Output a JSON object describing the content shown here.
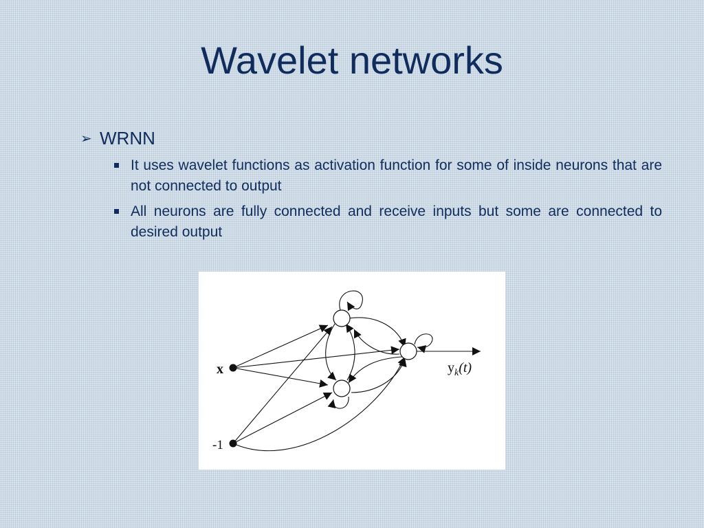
{
  "slide": {
    "title": "Wavelet networks",
    "section": {
      "marker": "➢",
      "label": "WRNN",
      "bullets": [
        "It uses wavelet functions as activation function for some of inside neurons that are not connected to output",
        "All neurons are fully connected and receive inputs but some are connected to desired output"
      ]
    }
  },
  "diagram": {
    "input_x": "x",
    "bias_input": "-1",
    "output_main": "y",
    "output_subscript": "k",
    "output_arg": "(t)"
  },
  "colors": {
    "title": "#0f2c5c",
    "text": "#0f2c5c",
    "background": "#d8e2ec",
    "figure_bg": "#ffffff"
  }
}
